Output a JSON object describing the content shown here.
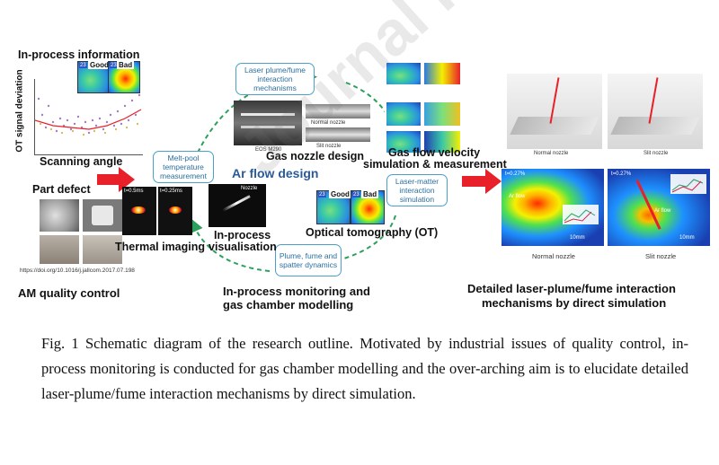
{
  "labels": {
    "in_process_info": "In-process information",
    "ot_signal_axis": "OT signal deviation",
    "scanning_angle": "Scanning angle",
    "part_defect": "Part defect",
    "doi": "https://doi.org/10.1016/j.jallcom.2017.07.198",
    "am_quality": "AM quality control",
    "gas_nozzle": "Gas nozzle design",
    "ar_flow": "Ar flow design",
    "thermal_imaging": "Thermal imaging",
    "in_process_vis_1": "In-process",
    "in_process_vis_2": "visualisation",
    "optical_tomography": "Optical tomography (OT)",
    "gas_flow_1": "Gas flow velocity",
    "gas_flow_2": "simulation & measurement",
    "monitoring_1": "In-process monitoring and",
    "monitoring_2": "gas chamber modelling",
    "detailed_1": "Detailed laser-plume/fume interaction",
    "detailed_2": "mechanisms by direct simulation",
    "normal_nozzle": "Normal nozzle",
    "slit_nozzle": "Slit nozzle",
    "normal_nozzle_sm": "Normal nozzle",
    "slit_nozzle_sm": "Slit nozzle",
    "nozzle_tag": "Nozzle",
    "eos_tag": "EOS M290"
  },
  "badges": {
    "good": "Good",
    "bad": "Bad",
    "good_num": "23",
    "bad_num": "23",
    "good2": "Good",
    "bad2": "Bad",
    "good2_num": "23",
    "bad2_num": "23"
  },
  "bubbles": {
    "laser_plume": "Laser plume/fume interaction mechanisms",
    "melt_pool": "Melt-pool temperature measurement",
    "laser_matter": "Laser-matter interaction simulation",
    "plume_fume": "Plume, fume and spatter dynamics"
  },
  "thermal_times": {
    "t1": "t=0.5ms",
    "t2": "t=0.25ms"
  },
  "sim_labels": {
    "t_left": "t=0.27%",
    "t_right": "t=0.27%",
    "scale_left": "10mm",
    "scale_right": "10mm",
    "ar_flow_left": "Ar flow",
    "ar_flow_right": "Ar flow"
  },
  "caption": "Fig. 1 Schematic diagram of the research outline. Motivated by industrial issues of quality control, in-process monitoring is conducted for gas chamber modelling and the over-arching aim is to elucidate detailed laser-plume/fume interaction mechanisms by direct simulation.",
  "watermark": "Journal Pre-proof",
  "colors": {
    "arrow_red": "#e8202a",
    "cycle_green": "#2aa05a",
    "bubble_blue": "#4aa0c8"
  }
}
